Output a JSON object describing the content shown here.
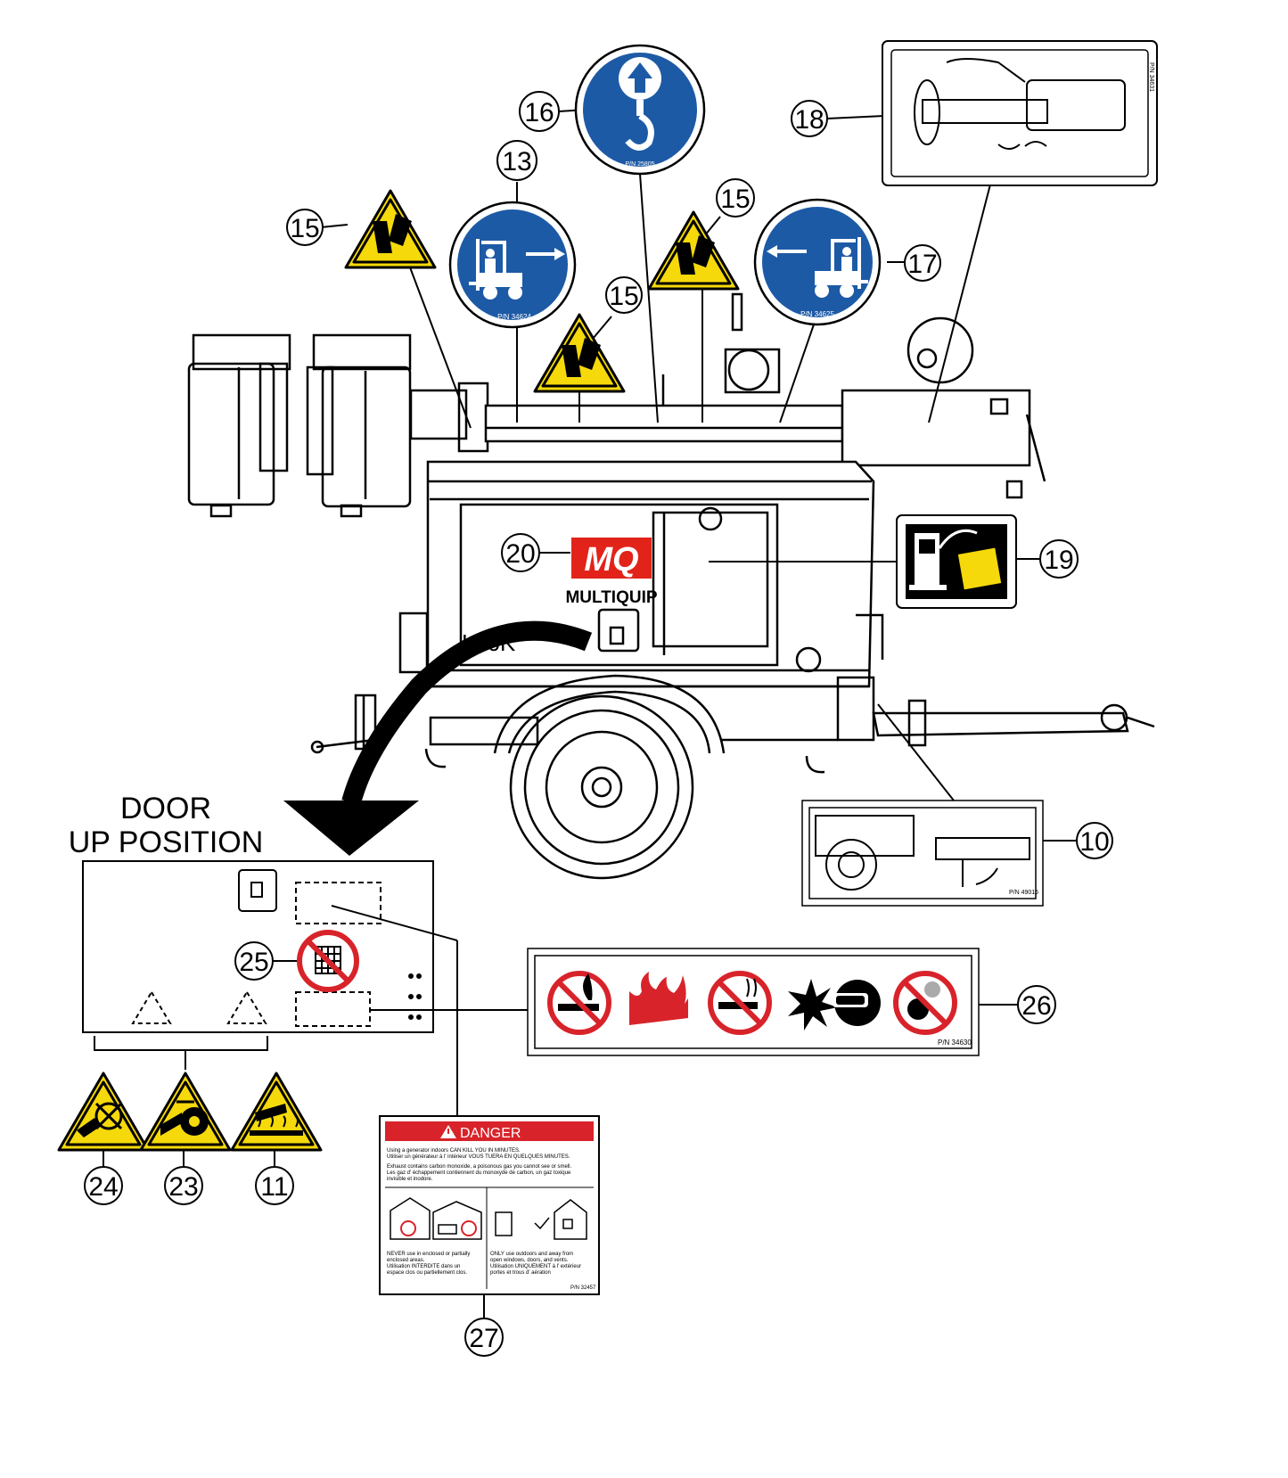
{
  "door_label": {
    "line1": "DOOR",
    "line2": "UP POSITION"
  },
  "brand": {
    "logo": "MQ",
    "name": "MULTIQUIP",
    "model": "LT6K"
  },
  "callouts": {
    "c10": "10",
    "c11": "11",
    "c13": "13",
    "c15a": "15",
    "c15b": "15",
    "c15c": "15",
    "c16": "16",
    "c17": "17",
    "c18": "18",
    "c19": "19",
    "c20": "20",
    "c23": "23",
    "c24": "24",
    "c25": "25",
    "c26": "26",
    "c27": "27"
  },
  "part_numbers": {
    "pn13": "P/N 34624",
    "pn16": "P/N 25805",
    "pn17": "P/N 34625",
    "pn18": "P/N 34631",
    "pn10": "P/N 49016",
    "pn26": "P/N 34630",
    "pn27": "P/N 32457"
  },
  "danger_decal": {
    "header": "DANGER",
    "line1_en": "Using a generator indoors CAN KILL YOU IN MINUTES.",
    "line1_fr": "Utiliser un générateur à l' intérieur VOUS TUERA EN QUELQUES MINUTES.",
    "line2_en": "Exhaust contains carbon monoxide, a poisonous gas you cannot see or smell.",
    "line2_fr_a": "Les gaz d' échappement contiennent du monoxyde de carbon, un gaz toxique",
    "line2_fr_b": "invisible et inodore.",
    "left_1": "NEVER use in enclosed or partially",
    "left_2": "enclosed areas.",
    "left_3": "Utilisation INTERDITE dans un",
    "left_4": "espace clos ou partiellement clos.",
    "right_1": "ONLY use outdoors and away from",
    "right_2": "open windows, doors, and vents.",
    "right_3": "Utilisation UNIQUEMENT à l' extérieur",
    "right_4": "portes et trous d' aération"
  },
  "colors": {
    "mandatory_blue": "#1d5aa6",
    "warning_yellow": "#f5d90a",
    "prohibition_red": "#d8232a",
    "danger_red": "#d8232a",
    "brand_red": "#e2231a",
    "line": "#000000"
  },
  "icons": {
    "mandatory": "forklift-icon",
    "lifting": "lift-hook-icon",
    "warning": "pinch-point-icon",
    "fuel": "fuel-pump-icon",
    "prohibition": "no-flame-icon"
  }
}
